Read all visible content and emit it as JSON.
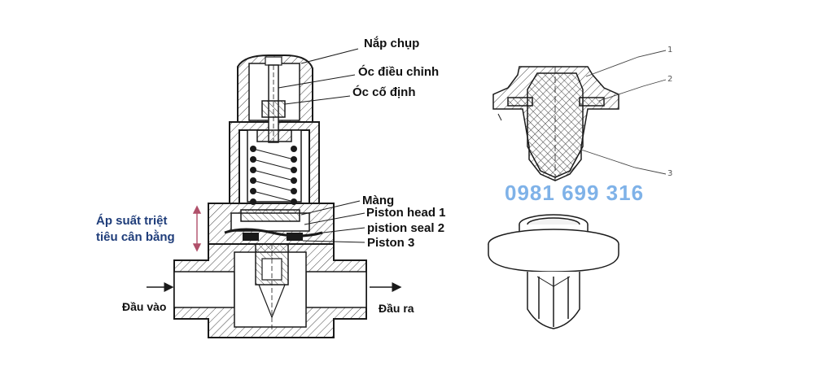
{
  "labels": {
    "cap": "Nắp chụp",
    "adjust_screw": "Óc điều chỉnh",
    "fix_screw": "Óc cố định",
    "membrane": "Màng",
    "piston_head": "Piston head 1",
    "piston_seal": "pistion seal 2",
    "piston": "Piston 3",
    "pressure_line1": "Áp suất triệt",
    "pressure_line2": "tiêu cân bằng",
    "inlet": "Đầu vào",
    "outlet": "Đầu ra"
  },
  "phone": "0981 699 316",
  "part_numbers": [
    "1",
    "2",
    "3"
  ],
  "colors": {
    "line": "#1a1a1a",
    "phone": "#7fb2e8",
    "accent_arrow": "#b0506a",
    "blue_label": "#1f3d7a"
  }
}
